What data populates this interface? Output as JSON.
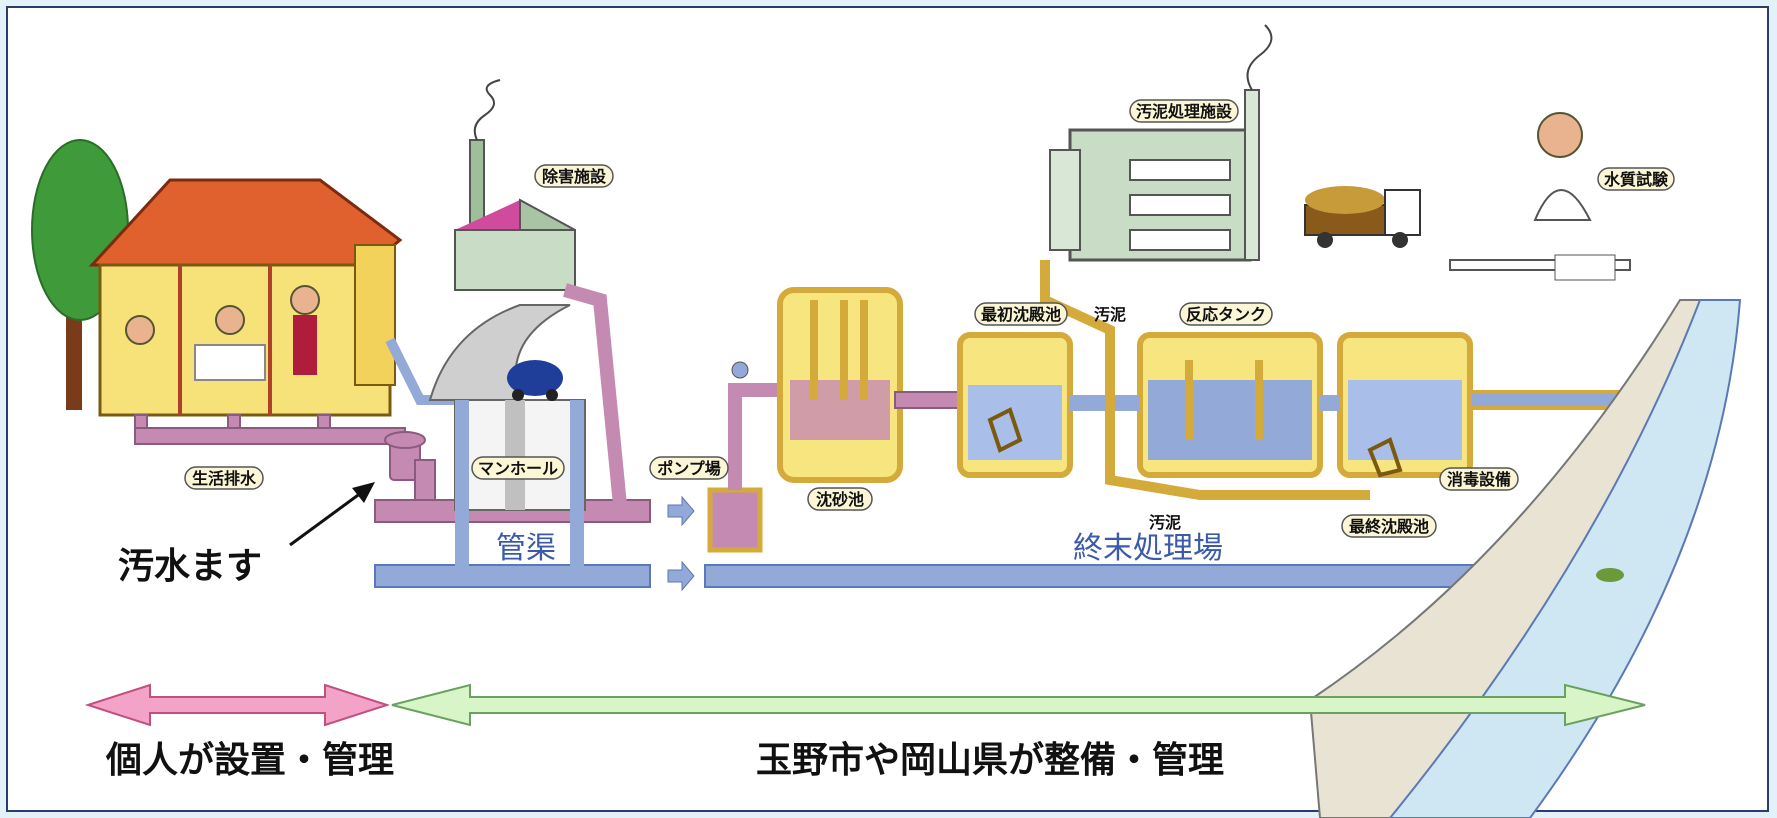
{
  "labels": {
    "seikatsu_haisui": "生活排水",
    "manhole": "マンホール",
    "jogai_shisetsu": "除害施設",
    "pump_jo": "ポンプ場",
    "chinsa_chi": "沈砂池",
    "saisho_chinden": "最初沈殿池",
    "odei_1": "汚泥",
    "hanno_tank": "反応タンク",
    "odei_shori": "汚泥処理施設",
    "suishitsu_shiken": "水質試験",
    "shodoku_setsubi": "消毒設備",
    "saishu_chinden": "最終沈殿池",
    "odei_2": "汚泥",
    "kankyo": "管渠",
    "shumatsu": "終末処理場",
    "osui_masu": "汚水ます"
  },
  "responsibility": {
    "individual": "個人が設置・管理",
    "public": "玉野市や岡山県が整備・管理"
  },
  "colors": {
    "sewage_pipe": "#c48ab2",
    "clean_pipe": "#93a9d8",
    "sludge_pipe": "#d4aa3a",
    "pink_arrow": "#f4a3c8",
    "green_arrow": "#d8f5c8",
    "text_blue": "#3b5aa8"
  }
}
